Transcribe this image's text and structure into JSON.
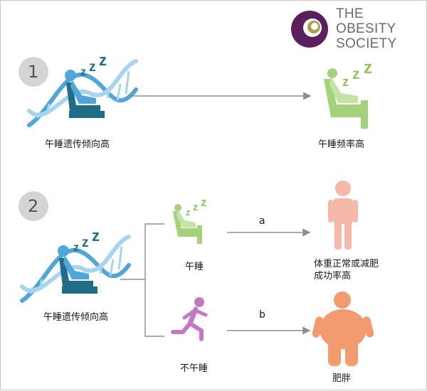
{
  "logo": {
    "lines": [
      "THE",
      "OBESITY",
      "SOCIETY"
    ],
    "mark": "ring-logo"
  },
  "scenario_1": {
    "number": "1",
    "left_label": "午睡遗传倾向高",
    "right_label": "午睡频率高"
  },
  "scenario_2": {
    "number": "2",
    "left_label": "午睡遗传倾向高",
    "top_branch": {
      "activity_label": "午睡",
      "arrow_label": "a",
      "outcome_label": "体重正常或减肥成功率高",
      "outcome_lines": [
        "体重正常或减肥",
        "成功率高"
      ]
    },
    "bottom_branch": {
      "activity_label": "不午睡",
      "arrow_label": "b",
      "outcome_label": "肥胖"
    }
  },
  "icons": {
    "dna_sleeper": "dna-sleeper-icon",
    "green_sleeper": "sleeping-in-chair-icon",
    "runner": "running-person-icon",
    "slim_person": "slim-person-icon",
    "obese_person": "obese-person-icon"
  },
  "colors": {
    "logo_purple": "#5b1f5d",
    "logo_olive": "#9c9b52",
    "dna_blue": "#4fa6da",
    "dna_light": "#a8d4ef",
    "chair_dark": "#1f6d87",
    "sleeper_green": "#a3d27a",
    "zzz_green": "#8cc661",
    "runner_purple": "#c37ac6",
    "slim_pink": "#f6b8a8",
    "obese_orange": "#f39a6e",
    "arrow_gray": "#8e8e8e",
    "circle_gray": "#d4d4d4"
  }
}
